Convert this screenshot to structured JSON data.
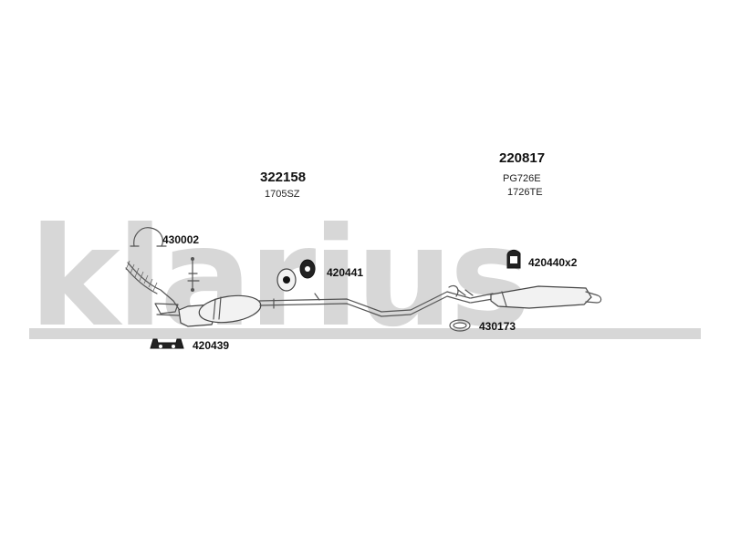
{
  "watermark": {
    "text": "klarius",
    "color": "#d7d7d7"
  },
  "labels": {
    "front_silencer_code": "322158",
    "front_silencer_ref": "1705SZ",
    "rear_silencer_code": "220817",
    "rear_silencer_ref_1": "PG726E",
    "rear_silencer_ref_2": "1726TE",
    "clamp_top": "430002",
    "rubber_mount_mid": "420441",
    "rubber_mount_rear": "420440x2",
    "bracket_front": "420439",
    "ring_rear": "430173"
  },
  "colors": {
    "line": "#555555",
    "text": "#111111"
  }
}
